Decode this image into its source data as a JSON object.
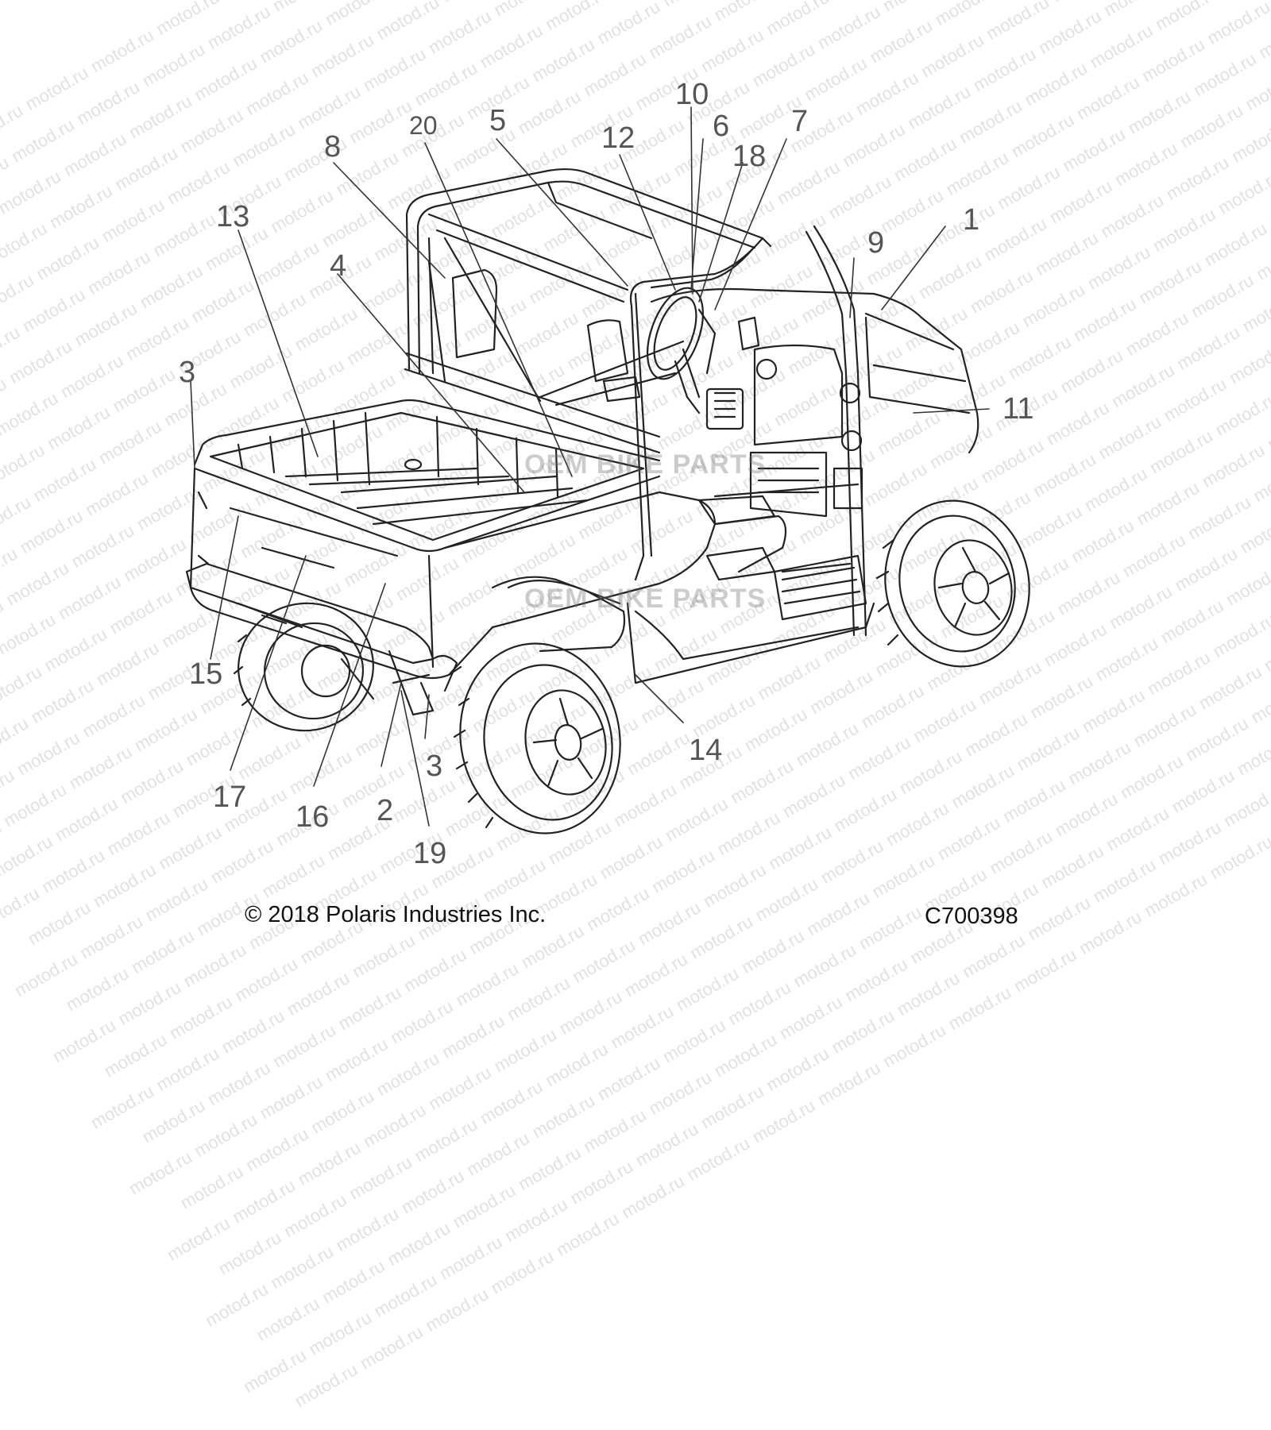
{
  "diagram": {
    "callouts": [
      {
        "id": "c1",
        "label": "1"
      },
      {
        "id": "c2",
        "label": "2"
      },
      {
        "id": "c3a",
        "label": "3"
      },
      {
        "id": "c3b",
        "label": "3"
      },
      {
        "id": "c4",
        "label": "4"
      },
      {
        "id": "c5",
        "label": "5"
      },
      {
        "id": "c6",
        "label": "6"
      },
      {
        "id": "c7",
        "label": "7"
      },
      {
        "id": "c8",
        "label": "8"
      },
      {
        "id": "c9",
        "label": "9"
      },
      {
        "id": "c10",
        "label": "10"
      },
      {
        "id": "c11",
        "label": "11"
      },
      {
        "id": "c12",
        "label": "12"
      },
      {
        "id": "c13",
        "label": "13"
      },
      {
        "id": "c14",
        "label": "14"
      },
      {
        "id": "c15",
        "label": "15"
      },
      {
        "id": "c16",
        "label": "16"
      },
      {
        "id": "c17",
        "label": "17"
      },
      {
        "id": "c18",
        "label": "18"
      },
      {
        "id": "c19",
        "label": "19"
      },
      {
        "id": "c20",
        "label": "20"
      }
    ],
    "watermark": "motod.ru",
    "watermark_logo": "OEM BIKE PARTS"
  },
  "footer": {
    "copyright": "© 2018 Polaris Industries Inc.",
    "figure_code": "C700398"
  }
}
